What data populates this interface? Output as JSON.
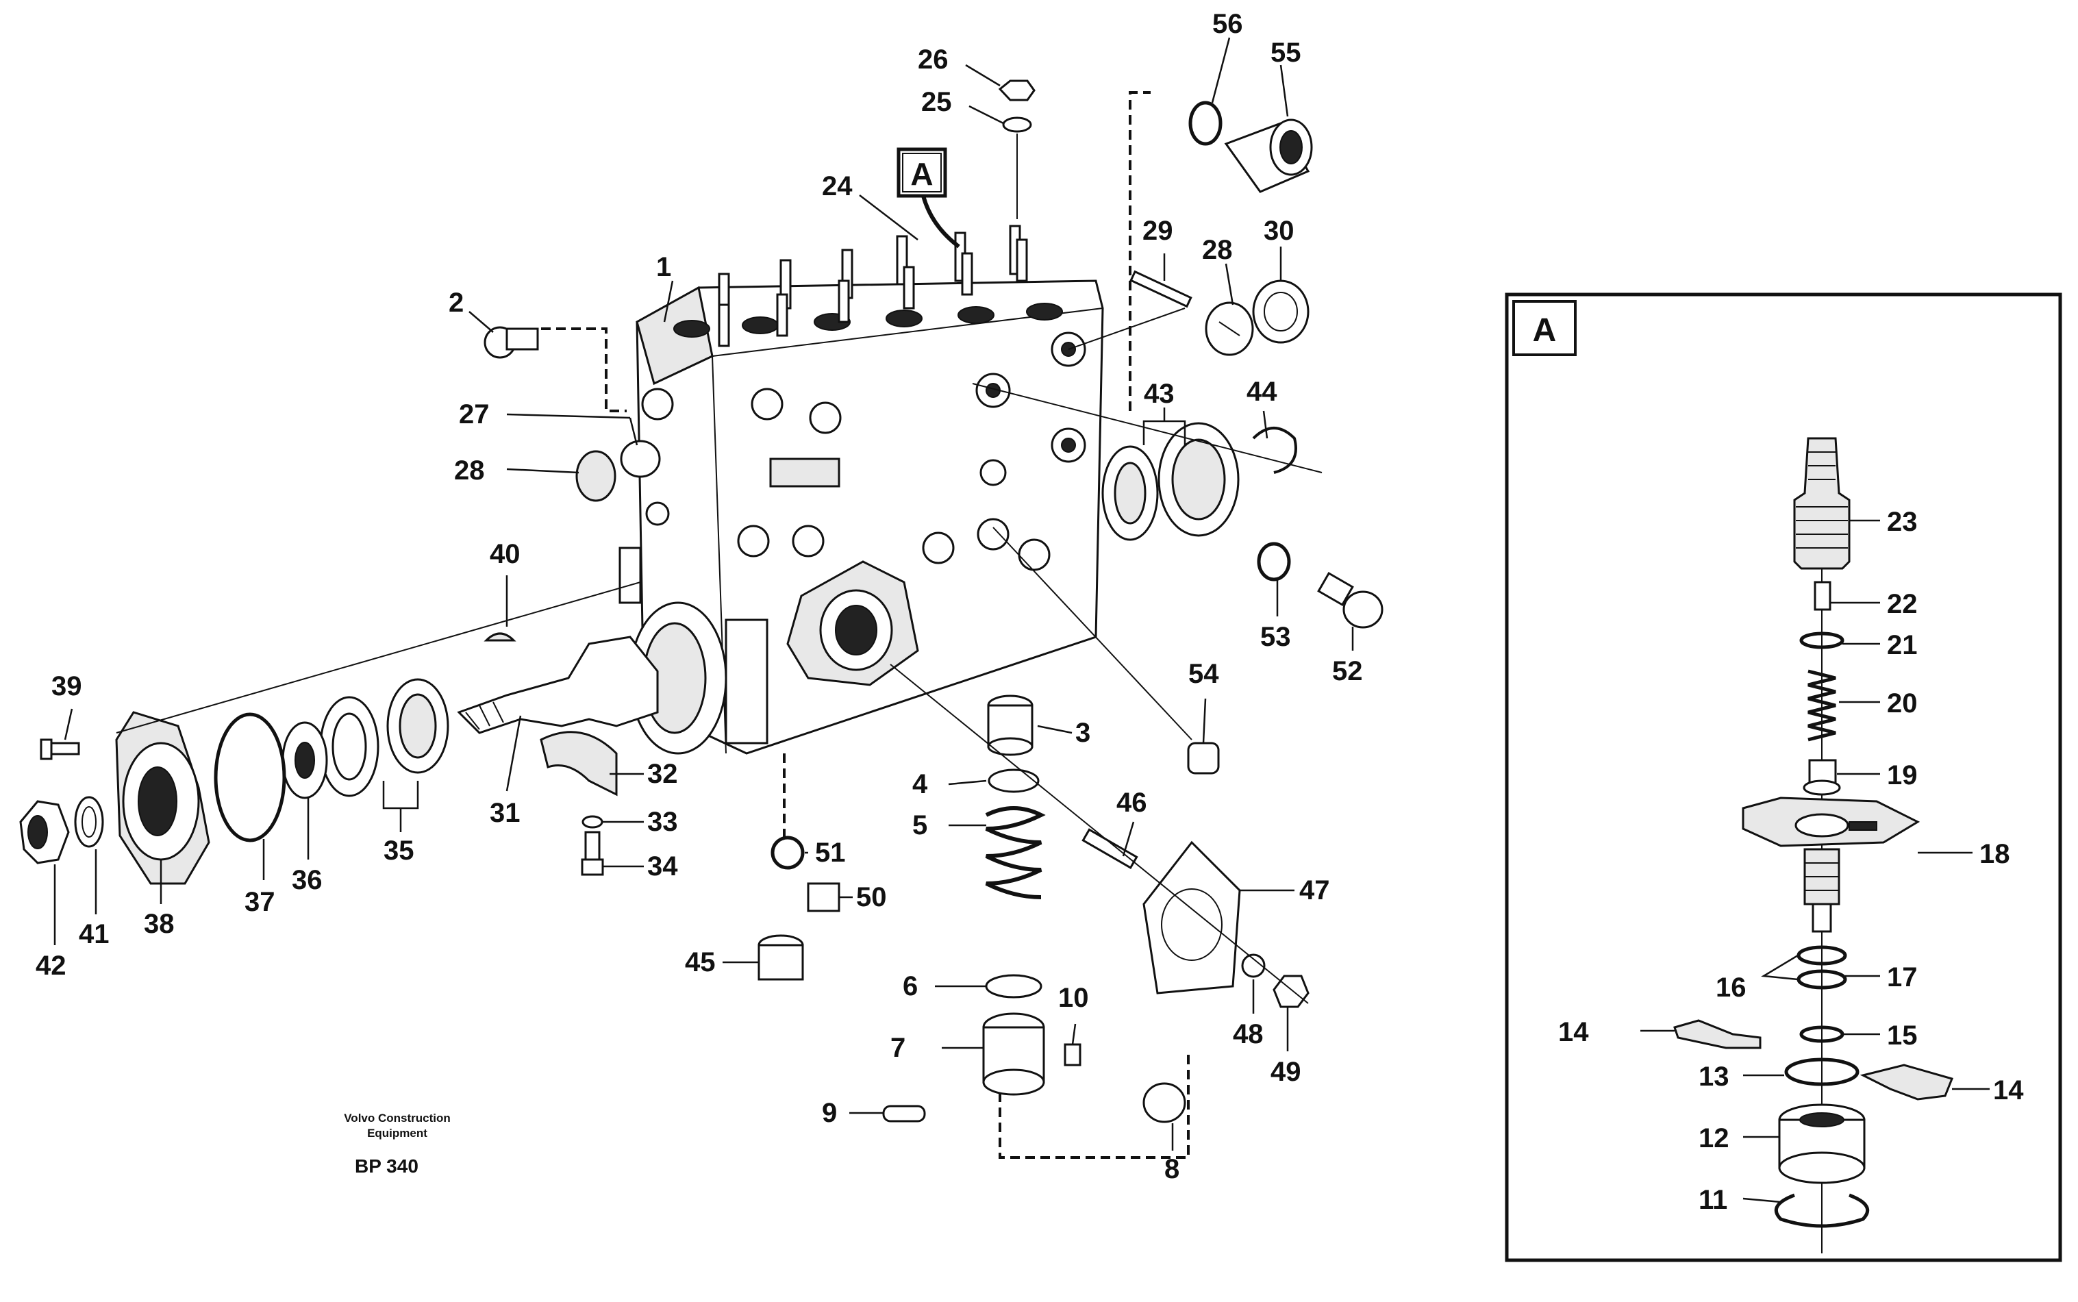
{
  "drawing": {
    "manufacturer": "Volvo Construction\nEquipment",
    "manufacturer_line1": "Volvo Construction",
    "manufacturer_line2": "Equipment",
    "drawing_code": "BP 340"
  },
  "callouts": {
    "main_label": "A",
    "detail_title": "A"
  },
  "part_numbers_main": [
    "1",
    "2",
    "3",
    "4",
    "5",
    "6",
    "7",
    "8",
    "9",
    "10",
    "24",
    "25",
    "26",
    "27",
    "28",
    "28",
    "29",
    "30",
    "31",
    "32",
    "33",
    "34",
    "35",
    "36",
    "37",
    "38",
    "39",
    "40",
    "41",
    "42",
    "43",
    "44",
    "45",
    "46",
    "47",
    "48",
    "49",
    "50",
    "51",
    "52",
    "53",
    "54",
    "55",
    "56"
  ],
  "part_numbers_detail": [
    "11",
    "12",
    "13",
    "14",
    "14",
    "15",
    "16",
    "17",
    "18",
    "19",
    "20",
    "21",
    "22",
    "23"
  ]
}
